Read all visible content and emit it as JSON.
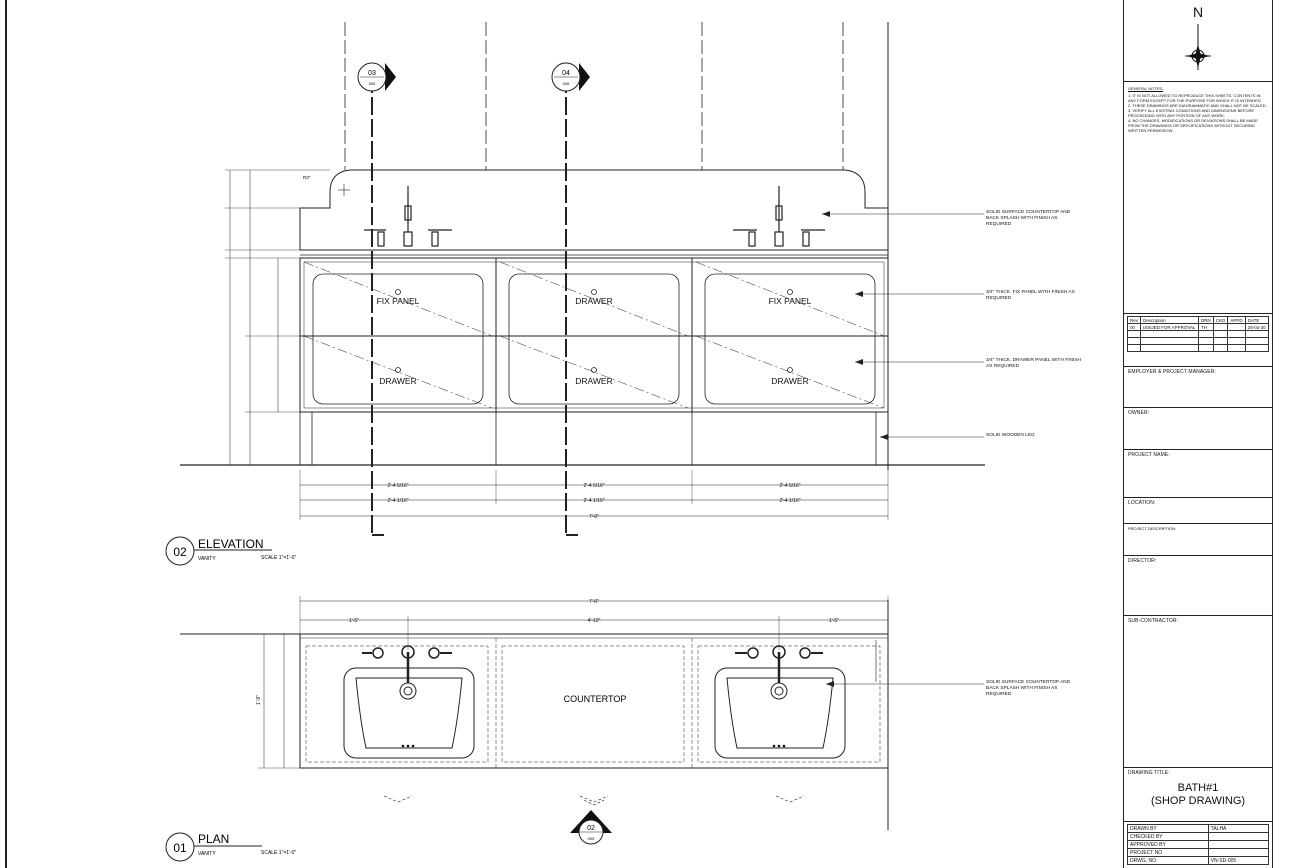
{
  "north_label": "N",
  "general_notes": {
    "heading": "GENERAL NOTES:",
    "items": [
      "1. IT IS NOT ALLOWED TO REPRODUCE THIS SHEETS. CONTENTS IN ANY FORM EXCEPT FOR THE PURPOSE FOR WHICH IT IS INTENDED.",
      "2. THESE DRAWINGS ARE DIAGRAMMATIC AND SHALL NOT BE SCALED.",
      "3. VERIFY ALL EXISTING CONDITIONS AND DIMENSIONS BEFORE PROCEEDING WITH ANY PORTION OF ANY WORK.",
      "4. NO CHANGES, MODIFICATIONS OR DEVIATIONS SHALL BE MADE FROM THE DRAWINGS OR SPECIFICATIONS WITHOUT SECURING WRITTEN PERMISSION."
    ]
  },
  "revision_table": {
    "headers": [
      "Rev",
      "Description",
      "DRN",
      "CKD",
      "APPD",
      "DATE"
    ],
    "rows": [
      [
        "00",
        "ISSUED FOR APPROVAL",
        "TH",
        "",
        "",
        "28-02-20"
      ]
    ]
  },
  "title_block": {
    "employer": "EMPLOYER & PROJECT MANAGER:",
    "owner": "OWNER:",
    "project_name": "PROJECT NAME:",
    "location": "LOCATION:",
    "project_description": "PROJECT DESCRIPTION:",
    "director": "DIRECTOR:",
    "subcontractor": "SUB-CONTRACTOR:",
    "drawing_title_label": "DRAWING TITLE:",
    "drawing_title_1": "BATH#1",
    "drawing_title_2": "(SHOP DRAWING)",
    "drawn_by_label": "DRAWN BY",
    "drawn_by": "TALHA",
    "checked_by_label": "CHECKED BY",
    "approved_by_label": "APPROVED BY",
    "project_no_label": "PROJECT NO",
    "dwg_no_label": "DRWG. NO.",
    "dwg_no": "VN-SD-005"
  },
  "elevation": {
    "number": "02",
    "title": "ELEVATION",
    "subtitle": "VANITY",
    "scale": "SCALE  1\"=1'-0\"",
    "panel_labels": [
      "FIX PANEL",
      "DRAWER",
      "FIX PANEL",
      "DRAWER",
      "DRAWER",
      "DRAWER"
    ],
    "notes": [
      "SOLID SURFACE COUNTERTOP AND BACK SPLASH WITH FINISH AS REQUIRED",
      "3/4\" THICK. FIX PANEL WITH FINISH AS REQUIRED",
      "3/4\" THICK. DRAWER PANEL WITH FINISH AS REQUIRED",
      "SOLID WOODEN LEG"
    ],
    "section_markers": [
      {
        "num": "03",
        "sheet": "006"
      },
      {
        "num": "04",
        "sheet": "006"
      }
    ],
    "dims_bottom_row1": [
      "2'-4 5/16\"",
      "2'-4 5/16\"",
      "2'-4 5/16\""
    ],
    "dims_bottom_row2": [
      "2'-4 1/16\"",
      "2'-4 1/16\"",
      "2'-4 1/16\""
    ],
    "dim_total": "7'-0\"",
    "radius_label": "R3\""
  },
  "plan": {
    "number": "01",
    "title": "PLAN",
    "subtitle": "VANITY",
    "scale": "SCALE  1\"=1'-0\"",
    "countertop_label": "COUNTERTOP",
    "note": "SOLID SURFACE COUNTERTOP AND BACK SPLASH WITH FINISH AS REQUIRED",
    "dim_total": "7'-0\"",
    "dims_top": [
      "1'-5\"",
      "4'-10\"",
      "1'-5\""
    ],
    "dim_side": "1'-9\"",
    "section_marker": {
      "num": "02",
      "sheet": "005"
    }
  }
}
